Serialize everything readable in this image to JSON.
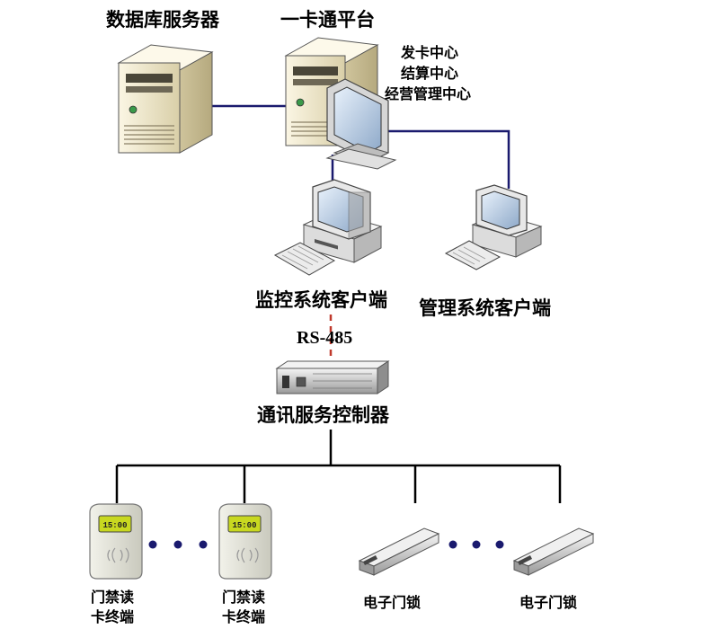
{
  "labels": {
    "db_server": "数据库服务器",
    "platform": "一卡通平台",
    "platform_centers": [
      "发卡中心",
      "结算中心",
      "经营管理中心"
    ],
    "monitor_client": "监控系统客户端",
    "manage_client": "管理系统客户端",
    "rs485": "RS-485",
    "comm_controller": "通讯服务控制器",
    "reader_1": [
      "门禁读",
      "卡终端"
    ],
    "reader_2": [
      "门禁读",
      "卡终端"
    ],
    "lock_1": "电子门锁",
    "lock_2": "电子门锁",
    "reader_display": "15:00"
  },
  "icons": {
    "db_server": "tower-server-icon",
    "platform": "server-with-monitor-icon",
    "monitor_client": "desktop-computer-icon",
    "manage_client": "desktop-computer-icon",
    "controller": "rack-controller-icon",
    "reader": "card-reader-icon",
    "lock": "electromagnetic-lock-icon"
  },
  "colors": {
    "network_line": "#1a1a6e",
    "serial_line": "#c0392b",
    "bus_line": "#000000",
    "server_body": "#efe6c8",
    "reader_screen": "#c8d820"
  }
}
